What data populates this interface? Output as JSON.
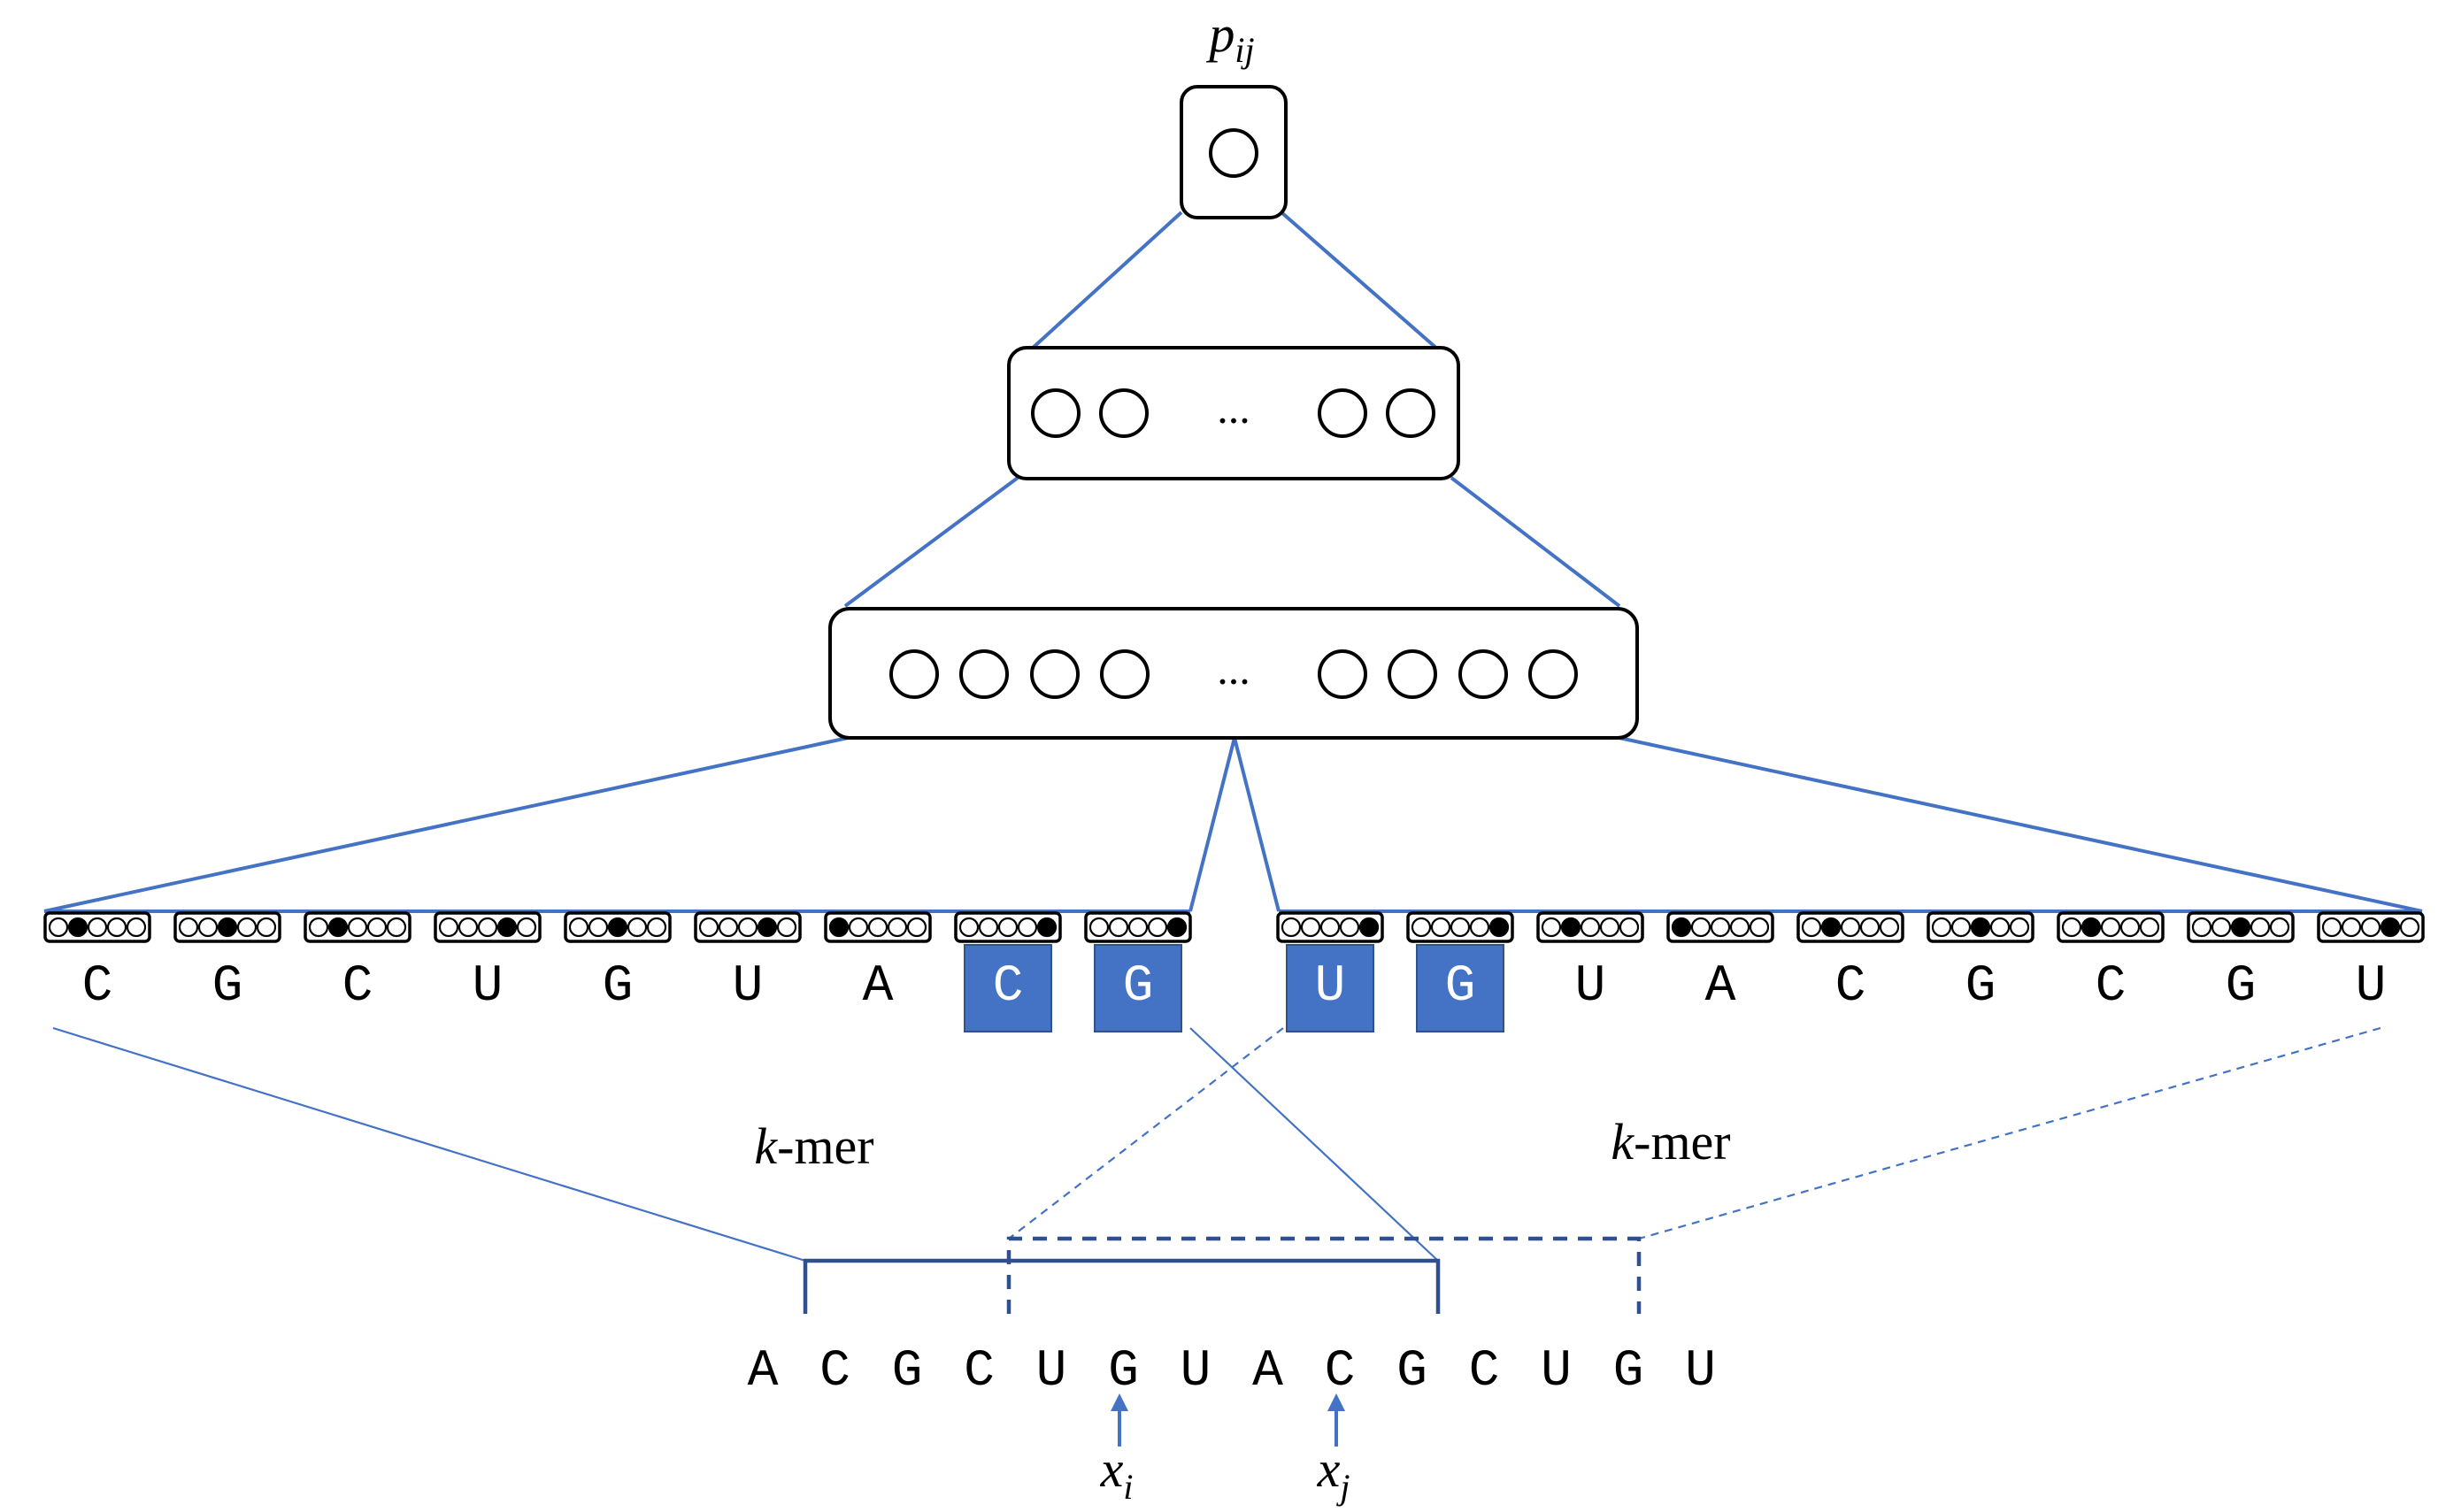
{
  "output": {
    "symbol": "p",
    "subscript": "ij"
  },
  "hidden_layer_2": {
    "ellipsis": "..."
  },
  "hidden_layer_1": {
    "ellipsis": "..."
  },
  "left_kmer": {
    "bases": [
      "C",
      "G",
      "C",
      "U",
      "G",
      "U",
      "A",
      "C",
      "G"
    ],
    "onehot_index": [
      1,
      2,
      1,
      3,
      2,
      3,
      0,
      4,
      4
    ],
    "highlighted": [
      false,
      false,
      false,
      false,
      false,
      false,
      false,
      true,
      true
    ]
  },
  "right_kmer": {
    "bases": [
      "U",
      "G",
      "U",
      "A",
      "C",
      "G",
      "C",
      "G",
      "U"
    ],
    "onehot_index": [
      4,
      4,
      1,
      0,
      1,
      2,
      1,
      2,
      3
    ],
    "highlighted": [
      true,
      true,
      false,
      false,
      false,
      false,
      false,
      false,
      false
    ]
  },
  "kmer_label": {
    "k": "k",
    "rest": "-mer"
  },
  "sequence": [
    "A",
    "C",
    "G",
    "C",
    "U",
    "G",
    "U",
    "A",
    "C",
    "G",
    "C",
    "U",
    "G",
    "U"
  ],
  "x_i": {
    "symbol": "x",
    "subscript": "i"
  },
  "x_j": {
    "symbol": "x",
    "subscript": "j"
  },
  "colors": {
    "accent": "#4472c4",
    "line": "#2f4f8f"
  }
}
